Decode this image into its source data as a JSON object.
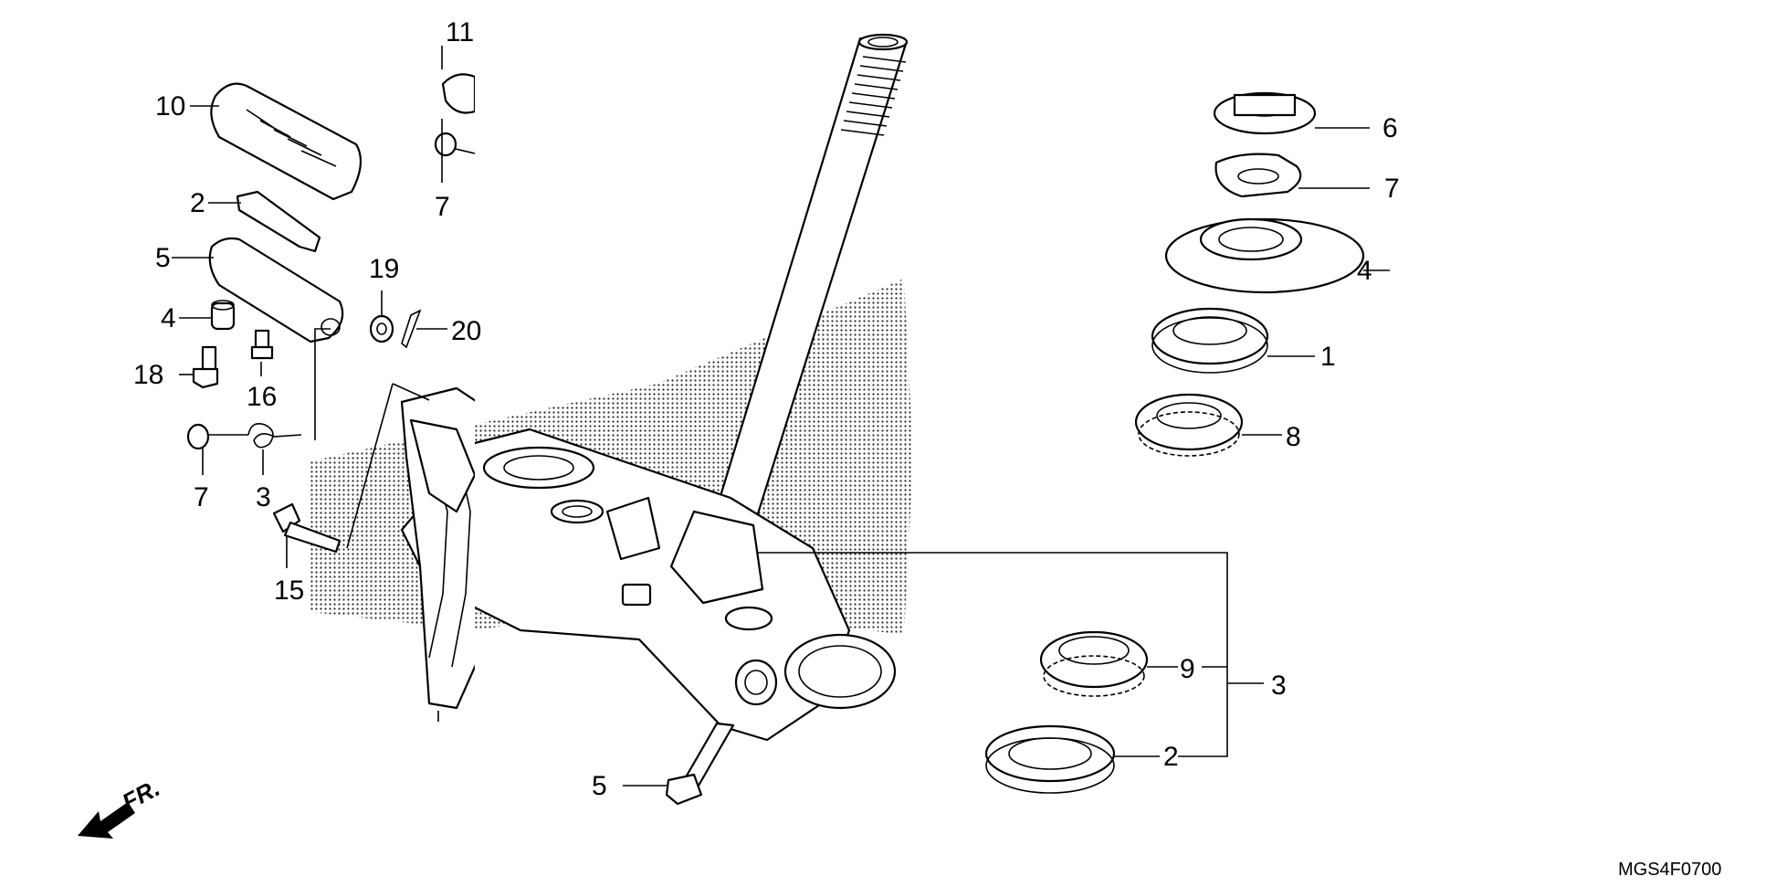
{
  "diagram": {
    "drawing_code": "MGS4F0700",
    "front_arrow_label": "FR.",
    "callouts": {
      "c10": "10",
      "c11": "11",
      "c7a": "7",
      "c2a": "2",
      "c5a": "5",
      "c19": "19",
      "c20": "20",
      "c4a": "4",
      "c18": "18",
      "c16": "16",
      "c7b": "7",
      "c3a": "3",
      "c15": "15",
      "c5b": "5",
      "c6": "6",
      "c7c": "7",
      "c4b": "4",
      "c1": "1",
      "c8": "8",
      "c9": "9",
      "c3b": "3",
      "c2b": "2"
    }
  }
}
